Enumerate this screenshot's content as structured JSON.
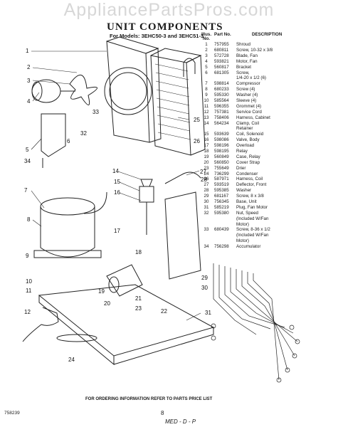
{
  "watermark": "AppliancePartsPros.com",
  "title": "UNIT COMPONENTS",
  "subtitle": "For Models: 3EHC50-3 and 3EHC51-3",
  "headers": {
    "illus": "Illus. No.",
    "part": "Part No.",
    "desc": "DESCRIPTION"
  },
  "parts": [
    {
      "n": "1",
      "p": "757955",
      "d": "Shroud"
    },
    {
      "n": "2",
      "p": "680811",
      "d": "Screw, 10-32 x 3/8"
    },
    {
      "n": "3",
      "p": "572728",
      "d": "Blade, Fan"
    },
    {
      "n": "4",
      "p": "593821",
      "d": "Motor, Fan"
    },
    {
      "n": "5",
      "p": "560817",
      "d": "Bracket"
    },
    {
      "n": "6",
      "p": "681305",
      "d": "Screw,"
    },
    {
      "n": "",
      "p": "",
      "d": "1/4-20 x 1/2 (6)"
    },
    {
      "n": "7",
      "p": "598814",
      "d": "Compressor"
    },
    {
      "n": "8",
      "p": "680233",
      "d": "Screw (4)"
    },
    {
      "n": "9",
      "p": "595330",
      "d": "Washer (4)"
    },
    {
      "n": "10",
      "p": "585564",
      "d": "Sleeve (4)"
    },
    {
      "n": "11",
      "p": "596355",
      "d": "Grommet (4)"
    },
    {
      "n": "12",
      "p": "757381",
      "d": "Service Cord"
    },
    {
      "n": "13",
      "p": "758406",
      "d": "Harness, Cabinet"
    },
    {
      "n": "14",
      "p": "564234",
      "d": "Clamp, Coil"
    },
    {
      "n": "",
      "p": "",
      "d": "Retainer"
    },
    {
      "n": "15",
      "p": "593639",
      "d": "Coil, Solenoid"
    },
    {
      "n": "16",
      "p": "598086",
      "d": "Valve, Body"
    },
    {
      "n": "17",
      "p": "598196",
      "d": "Overload"
    },
    {
      "n": "18",
      "p": "598195",
      "d": "Relay"
    },
    {
      "n": "19",
      "p": "560849",
      "d": "Case, Relay"
    },
    {
      "n": "20",
      "p": "560850",
      "d": "Cover Strap"
    },
    {
      "n": "23",
      "p": "755649",
      "d": "Drier"
    },
    {
      "n": "24",
      "p": "736299",
      "d": "Condenser"
    },
    {
      "n": "26",
      "p": "587971",
      "d": "Harness, Coil"
    },
    {
      "n": "27",
      "p": "593519",
      "d": "Deflector, Front"
    },
    {
      "n": "28",
      "p": "595385",
      "d": "Washer"
    },
    {
      "n": "29",
      "p": "681167",
      "d": "Screw, 8 x 3/8"
    },
    {
      "n": "30",
      "p": "756345",
      "d": "Base, Unit"
    },
    {
      "n": "31",
      "p": "585219",
      "d": "Plug, Fan Motor"
    },
    {
      "n": "32",
      "p": "595380",
      "d": "Nut, Speed"
    },
    {
      "n": "",
      "p": "",
      "d": "(Included W/Fan"
    },
    {
      "n": "",
      "p": "",
      "d": "Motor)"
    },
    {
      "n": "33",
      "p": "680439",
      "d": "Screw, 8-36 x 1/2"
    },
    {
      "n": "",
      "p": "",
      "d": "(Included W/Fan"
    },
    {
      "n": "",
      "p": "",
      "d": "Motor)"
    },
    {
      "n": "34",
      "p": "756298",
      "d": "Accumulator"
    }
  ],
  "callouts": [
    "1",
    "2",
    "3",
    "4",
    "5",
    "6",
    "7",
    "8",
    "9",
    "10",
    "11",
    "12",
    "14",
    "15",
    "16",
    "17",
    "18",
    "19",
    "20",
    "21",
    "22",
    "23",
    "24",
    "25",
    "26",
    "27",
    "28",
    "29",
    "30",
    "31",
    "32",
    "33",
    "34"
  ],
  "footer": "FOR ORDERING INFORMATION REFER TO PARTS PRICE LIST",
  "doc_number": "758239",
  "page_number": "8",
  "handwritten_mark": "MED - D - P"
}
